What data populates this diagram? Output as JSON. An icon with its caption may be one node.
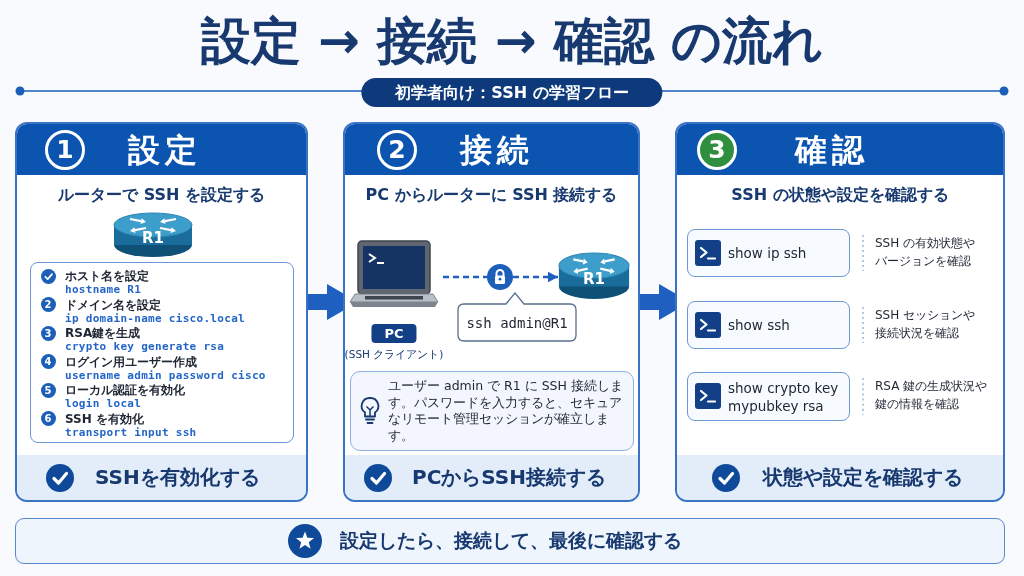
{
  "diagram": {
    "title": "設定 → 接続 → 確認 の流れ",
    "nodes": [
      {
        "text": [
          "初学者向け：SSH の学習フロー"
        ]
      },
      {
        "text": [
          "1",
          "設定",
          "ルーターで SSH を設定する",
          "SSHを有効化する"
        ]
      },
      {
        "text": [
          "R1"
        ],
        "in": 1
      },
      {
        "text": [
          "ホスト名を設定",
          "hostname R1",
          "2",
          "ドメイン名を設定",
          "ip domain-name cisco.local",
          "3",
          "RSA鍵を生成",
          "crypto key generate rsa",
          "4",
          "ログイン用ユーザー作成",
          "username admin password cisco",
          "5",
          "ローカル認証を有効化",
          "login local",
          "6",
          "SSH を有効化",
          "transport input ssh"
        ],
        "in": 1
      },
      {
        "text": [
          "2",
          "接続",
          "PC からルーターに SSH 接続する",
          "PCからSSH接続する"
        ]
      },
      {
        "text": [
          "PC",
          "(SSH クライアント)"
        ],
        "in": 4
      },
      {
        "text": [
          "R1"
        ],
        "in": 4
      },
      {
        "text": [
          "ssh admin@R1"
        ],
        "in": 4
      },
      {
        "text": [
          "ユーザー admin で R1 に SSH 接続します。パスワードを入力すると、セキュアなリモート管理セッションが確立します。"
        ],
        "in": 4
      },
      {
        "text": [
          "3",
          "確認",
          "SSH の状態や設定を確認する",
          "状態や設定を確認する"
        ]
      },
      {
        "text": [
          "show ip ssh"
        ],
        "beside": [
          "SSH の有効状態やバージョンを確認"
        ],
        "in": 9
      },
      {
        "text": [
          "show ssh"
        ],
        "beside": [
          "SSH セッションや接続状況を確認"
        ],
        "in": 9
      },
      {
        "text": [
          "show crypto key mypubkey rsa"
        ],
        "beside": [
          "RSA 鍵の生成状況や鍵の情報を確認"
        ],
        "in": 9
      },
      {
        "text": [
          "設定したら、接続して、最後に確認する"
        ]
      }
    ],
    "edges": [
      {
        "from": 1,
        "to": 4,
        "arrow": "to"
      },
      {
        "from": 4,
        "to": 9,
        "arrow": "to"
      },
      {
        "from": 5,
        "to": 6,
        "arrow": "to",
        "style": "dashed"
      }
    ]
  }
}
